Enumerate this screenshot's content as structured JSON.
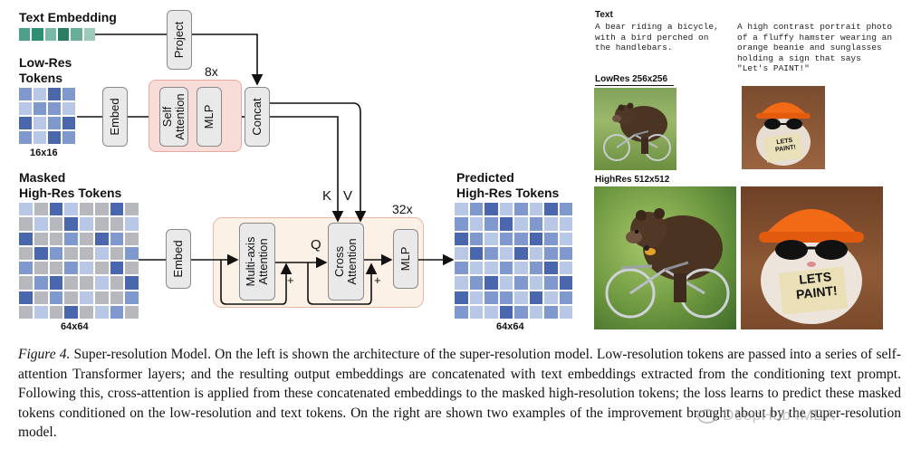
{
  "diagram": {
    "text_embedding_label": "Text Embedding",
    "low_res_label_1": "Low-Res",
    "low_res_label_2": "Tokens",
    "low_res_size": "16x16",
    "embed_label": "Embed",
    "self_attention_label_1": "Self",
    "self_attention_label_2": "Attention",
    "mlp_label": "MLP",
    "repeat_8x": "8x",
    "project_label": "Project",
    "concat_label": "Concat",
    "masked_label_1": "Masked",
    "masked_label_2": "High-Res Tokens",
    "masked_size": "64x64",
    "embed2_label": "Embed",
    "multi_axis_label_1": "Multi-axis",
    "multi_axis_label_2": "Attention",
    "cross_attention_label_1": "Cross",
    "cross_attention_label_2": "Attention",
    "mlp2_label": "MLP",
    "repeat_32x": "32x",
    "k_label": "K",
    "v_label": "V",
    "q_label": "Q",
    "plus_1": "+",
    "plus_2": "+",
    "predicted_label_1": "Predicted",
    "predicted_label_2": "High-Res Tokens",
    "predicted_size": "64x64"
  },
  "examples": {
    "text_header": "Text",
    "prompt_1": "A bear riding a bicycle,\nwith a bird perched on\nthe handlebars.",
    "prompt_2": "A high contrast portrait photo\nof a fluffy hamster wearing an\norange beanie and sunglasses\nholding a sign that says\n\"Let's PAINT!\"",
    "lowres_label": "LowRes 256x256",
    "highres_label": "HighRes 512x512",
    "sign_text_small": "LETS\nPAINT!",
    "sign_text_large": "LETS\nPAINT!"
  },
  "caption": {
    "figure_label": "Figure 4.",
    "text": " Super-resolution Model.  On the left is shown the architecture of the super-resolution model.  Low-resolution tokens are passed into a series of self-attention Transformer layers; and the resulting output embeddings are concatenated with text embeddings extracted from the conditioning text prompt. Following this, cross-attention is applied from these concatenated embeddings to the masked high-resolution tokens; the loss learns to predict these masked tokens conditioned on the low-resolution and text tokens. On the right are shown two examples of the improvement brought about by the super-resolution model."
  },
  "watermark": "DeepHub IMBA",
  "colors": {
    "text_embedding": [
      "#4d9e8a",
      "#2f8f72",
      "#79b8a6",
      "#2d7d62",
      "#6aae98",
      "#9cc9bb"
    ],
    "token_dark": "#4a67ad",
    "token_mid": "#7f99cf",
    "token_light": "#b8c7e6",
    "token_grey": "#b7b7be",
    "pink_block": "#f2c3bf",
    "cream_block": "#fbefe4"
  }
}
